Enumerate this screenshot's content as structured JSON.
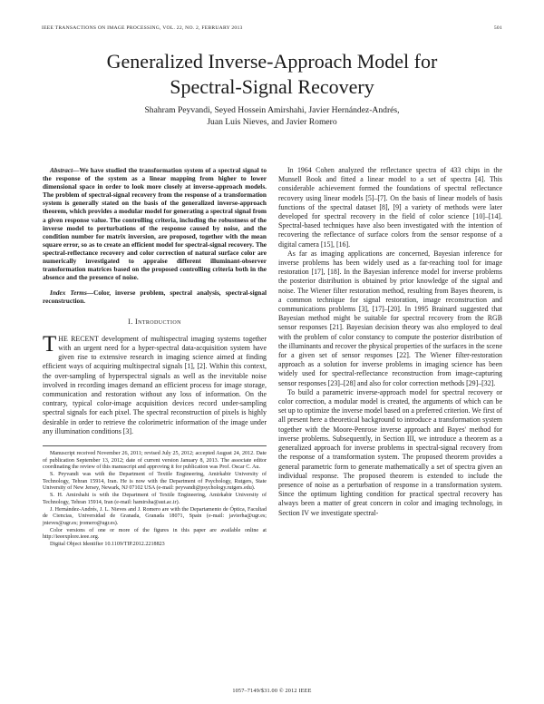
{
  "header": {
    "journal": "IEEE TRANSACTIONS ON IMAGE PROCESSING, VOL. 22, NO. 2, FEBRUARY 2013",
    "page_number": "501"
  },
  "title_line1": "Generalized Inverse-Approach Model for",
  "title_line2": "Spectral-Signal Recovery",
  "authors_line1": "Shahram Peyvandi, Seyed Hossein Amirshahi, Javier Hernández-Andrés,",
  "authors_line2": "Juan Luis Nieves, and Javier Romero",
  "abstract_lead": "Abstract—",
  "abstract_text": "We have studied the transformation system of a spectral signal to the response of the system as a linear mapping from higher to lower dimensional space in order to look more closely at inverse-approach models. The problem of spectral-signal recovery from the response of a transformation system is generally stated on the basis of the generalized inverse-approach theorem, which provides a modular model for generating a spectral signal from a given response value. The controlling criteria, including the robustness of the inverse model to perturbations of the response caused by noise, and the condition number for matrix inversion, are proposed, together with the mean square error, so as to create an efficient model for spectral-signal recovery. The spectral-reflectance recovery and color correction of natural surface color are numerically investigated to appraise different illuminant-observer transformation matrices based on the proposed controlling criteria both in the absence and the presence of noise.",
  "index_lead": "Index Terms—",
  "index_text": "Color, inverse problem, spectral analysis, spectral-signal reconstruction.",
  "section_heading": "I. Introduction",
  "intro_dropcap": "T",
  "intro_first_word": "HE RECENT",
  "intro_text": " development of multispectral imaging systems together with an urgent need for a hyper-spectral data-acquisition system have given rise to extensive research in imaging science aimed at finding efficient ways of acquiring multispectral signals [1], [2]. Within this context, the over-sampling of hyperspectral signals as well as the inevitable noise involved in recording images demand an efficient process for image storage, communication and restoration without any loss of information. On the contrary, typical color-image acquisition devices record under-sampling spectral signals for each pixel. The spectral reconstruction of pixels is highly desirable in order to retrieve the colorimetric information of the image under any illumination conditions [3].",
  "footnotes": [
    "Manuscript received November 26, 2011; revised July 25, 2012; accepted August 24, 2012. Date of publication September 13, 2012; date of current version January 8, 2013. The associate editor coordinating the review of this manuscript and approving it for publication was Prof. Oscar C. Au.",
    "S. Peyvandi was with the Department of Textile Engineering, Amirkabir University of Technology, Tehran 15914, Iran. He is now with the Department of Psychology, Rutgers, State University of New Jersey, Newark, NJ 07102 USA (e-mail: peyvandi@psychology.rutgers.edu).",
    "S. H. Amirshahi is with the Department of Textile Engineering, Amirkabir University of Technology, Tehran 15914, Iran (e-mail: hamirsha@aut.ac.ir).",
    "J. Hernández-Andrés, J. L. Nieves and J. Romero are with the Departamento de Óptica, Facultad de Ciencias, Universidad de Granada, Granada 18071, Spain (e-mail: javierha@ugr.es; jnieves@ugr.es; jromero@ugr.es).",
    "Color versions of one or more of the figures in this paper are available online at http://ieeexplore.ieee.org.",
    "Digital Object Identifier 10.1109/TIP.2012.2218823"
  ],
  "right_paragraphs": [
    "In 1964 Cohen analyzed the reflectance spectra of 433 chips in the Munsell Book and fitted a linear model to a set of spectra [4]. This considerable achievement formed the foundations of spectral reflectance recovery using linear models [5]–[7]. On the basis of linear models of basis functions of the spectral dataset [8], [9] a variety of methods were later developed for spectral recovery in the field of color science [10]–[14]. Spectral-based techniques have also been investigated with the intention of recovering the reflectance of surface colors from the sensor response of a digital camera [15], [16].",
    "As far as imaging applications are concerned, Bayesian inference for inverse problems has been widely used as a far-reaching tool for image restoration [17], [18]. In the Bayesian inference model for inverse problems the posterior distribution is obtained by prior knowledge of the signal and noise. The Wiener filter restoration method, resulting from Bayes theorem, is a common technique for signal restoration, image reconstruction and communications problems [3], [17]–[20]. In 1995 Brainard suggested that Bayesian method might be suitable for spectral recovery from the RGB sensor responses [21]. Bayesian decision theory was also employed to deal with the problem of color constancy to compute the posterior distribution of the illuminants and recover the physical properties of the surfaces in the scene for a given set of sensor responses [22]. The Wiener filter-restoration approach as a solution for inverse problems in imaging science has been widely used for spectral-reflectance reconstruction from image-capturing sensor responses [23]–[28] and also for color correction methods [29]–[32].",
    "To build a parametric inverse-approach model for spectral recovery or color correction, a modular model is created, the arguments of which can be set up to optimize the inverse model based on a preferred criterion. We first of all present here a theoretical background to introduce a transformation system together with the Moore-Penrose inverse approach and Bayes' method for inverse problems. Subsequently, in Section III, we introduce a theorem as a generalized approach for inverse problems in spectral-signal recovery from the response of a transformation system. The proposed theorem provides a general parametric form to generate mathematically a set of spectra given an individual response. The proposed theorem is extended to include the presence of noise as a perturbation of response in a transformation system. Since the optimum lighting condition for practical spectral recovery has always been a matter of great concern in color and imaging technology, in Section IV we investigate spectral-"
  ],
  "footer": "1057–7149/$31.00 © 2012 IEEE"
}
